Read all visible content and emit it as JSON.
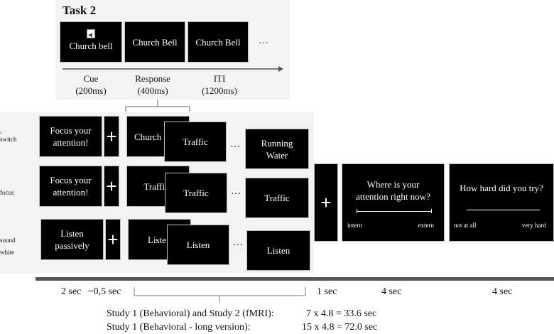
{
  "task2": {
    "title": "Task 2",
    "screens": [
      "Church bell",
      "Church Bell",
      "Church Bell"
    ],
    "icon": "speaker-icon",
    "ellipsis": "…",
    "phases": [
      {
        "name": "Cue",
        "duration": "(200ms)"
      },
      {
        "name": "Response",
        "duration": "(400ms)"
      },
      {
        "name": "ITI",
        "duration": "(1200ms)"
      }
    ]
  },
  "conditions": [
    {
      "label_line1": "",
      "label_line2": "switch",
      "instruction": "Focus your attention!",
      "back_screen": "Church",
      "front_screen": "Traffic",
      "last_screen": "Running Water"
    },
    {
      "label_line1": "",
      "label_line2": "focus",
      "instruction": "Focus your attention!",
      "back_screen": "Traffi",
      "front_screen": "Traffic",
      "last_screen": "Traffic"
    },
    {
      "label_line1": "sound",
      "label_line2": "white",
      "instruction": "Listen passively",
      "back_screen": "Liste",
      "front_screen": "Listen",
      "last_screen": "Listen"
    }
  ],
  "fixation": "+",
  "ellipsis": "…",
  "probe1": {
    "question": "Where is your attention right now?",
    "left": "intern",
    "right": "extern"
  },
  "probe2": {
    "question": "How hard did you try?",
    "left": "not at all",
    "right": "very hard"
  },
  "timeline": {
    "instruction_dur": "2 sec",
    "cross_dur": "~0,5 sec",
    "fix_dur": "1 sec",
    "probe1_dur": "4 sec",
    "probe2_dur": "4 sec"
  },
  "studies": [
    {
      "label": "Study 1 (Behavioral) and Study 2 (fMRI):",
      "value": "7 x 4.8 = 33.6 sec"
    },
    {
      "label": "Study 1 (Behavioral - long version):",
      "value": "15 x 4.8 = 72.0 sec"
    }
  ],
  "colors": {
    "panel": "#f3f3f3",
    "screen": "#000000",
    "timeline_bar": "#555555"
  }
}
